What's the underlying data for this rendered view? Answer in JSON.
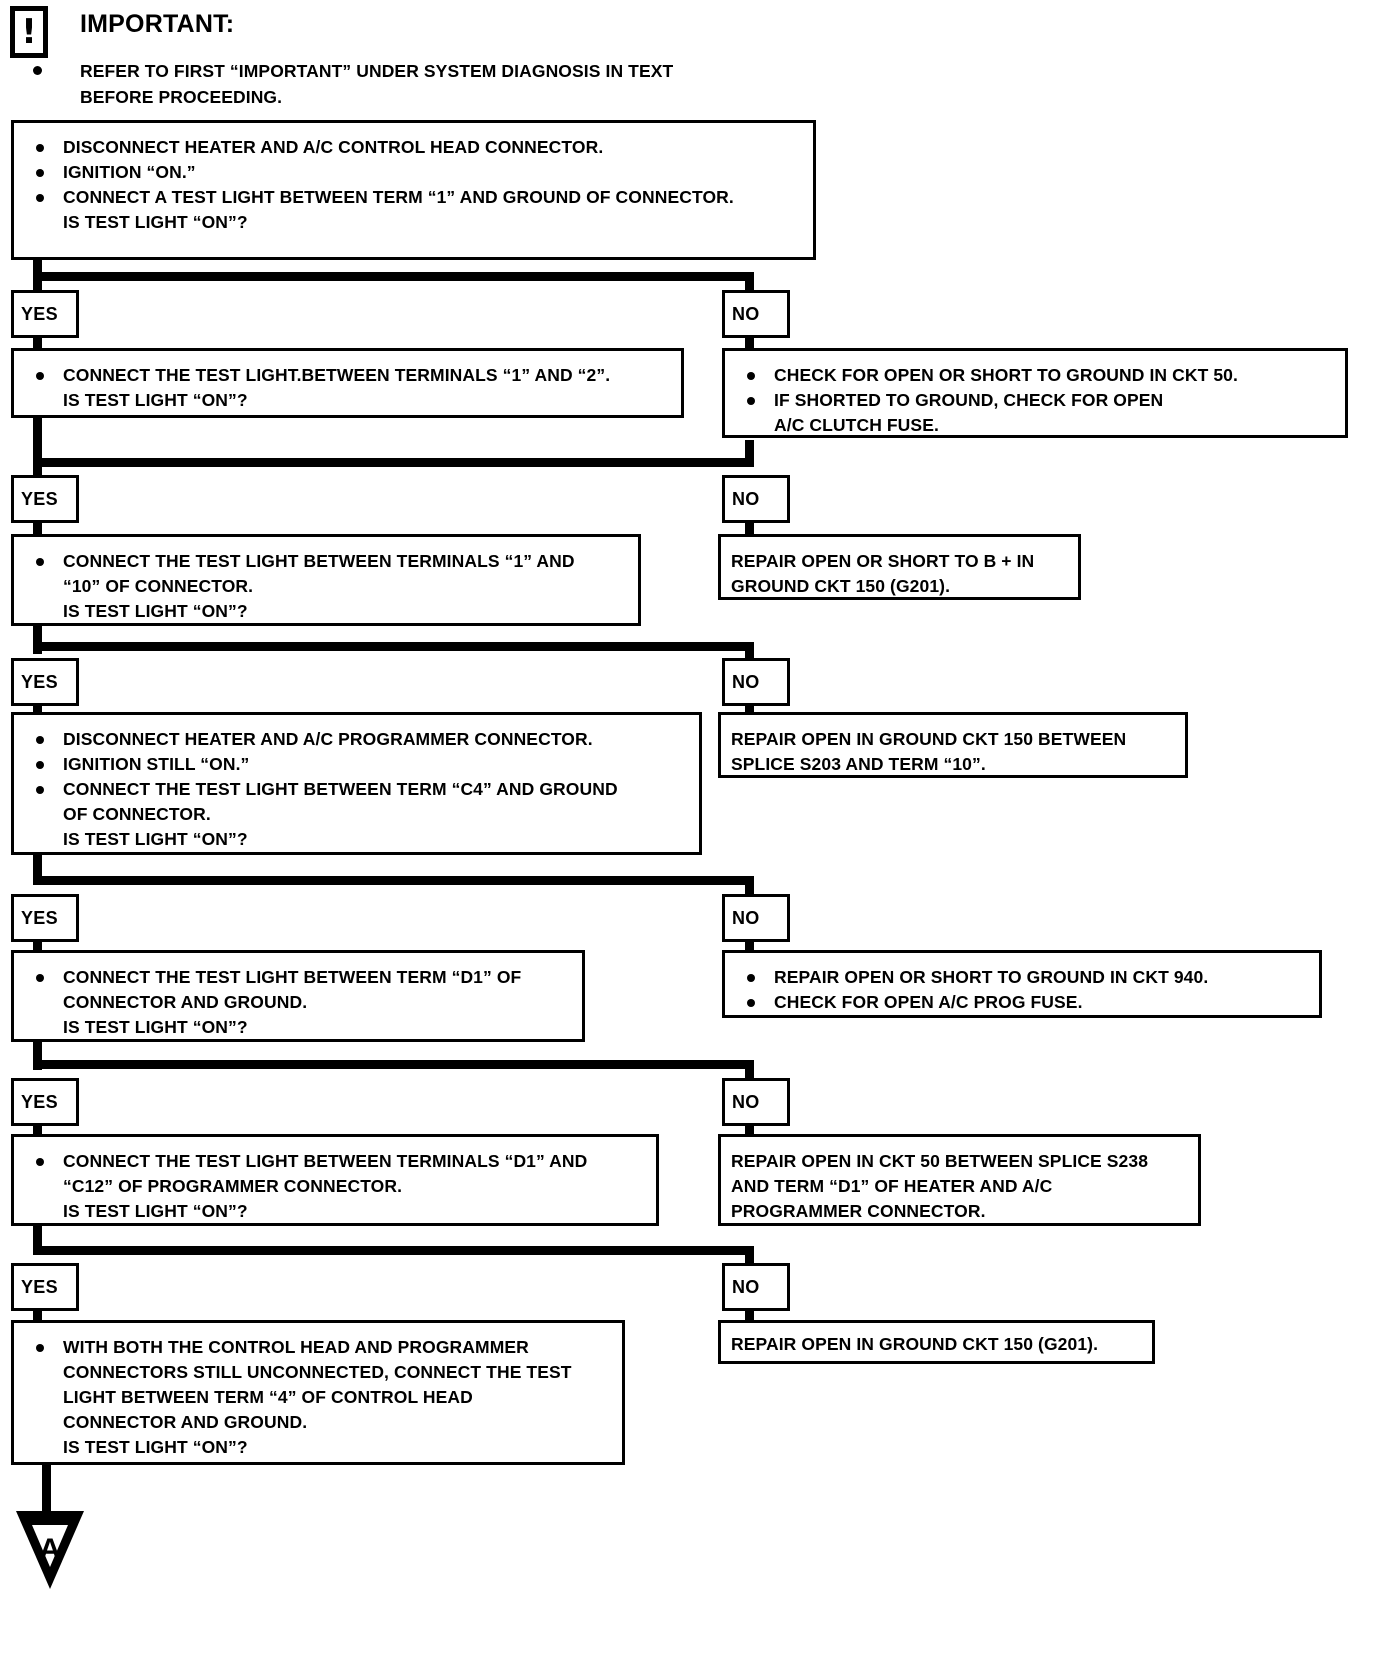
{
  "header": {
    "icon_name": "important-exclamation-icon",
    "icon_glyph": "!",
    "title": "IMPORTANT:",
    "note_lines": [
      "REFER TO FIRST “IMPORTANT” UNDER SYSTEM DIAGNOSIS IN TEXT",
      "BEFORE PROCEEDING."
    ]
  },
  "labels": {
    "yes": "YES",
    "no": "NO"
  },
  "steps": {
    "step1": {
      "lines": [
        {
          "text": "DISCONNECT HEATER AND A/C CONTROL HEAD CONNECTOR.",
          "bullet": true
        },
        {
          "text": "IGNITION “ON.”",
          "bullet": true
        },
        {
          "text": "CONNECT A TEST LIGHT BETWEEN TERM “1” AND GROUND OF CONNECTOR.",
          "bullet": true
        },
        {
          "text": "IS TEST LIGHT “ON”?",
          "bullet": false
        }
      ]
    },
    "step2": {
      "lines": [
        {
          "text": "CONNECT THE TEST LIGHT.BETWEEN TERMINALS “1” AND “2”.",
          "bullet": true
        },
        {
          "text": "IS TEST LIGHT “ON”?",
          "bullet": false
        }
      ]
    },
    "step3": {
      "lines": [
        {
          "text": "CONNECT THE TEST LIGHT BETWEEN TERMINALS “1” AND",
          "bullet": true
        },
        {
          "text": "“10” OF CONNECTOR.",
          "bullet": false
        },
        {
          "text": "IS TEST LIGHT “ON”?",
          "bullet": false
        }
      ]
    },
    "step4": {
      "lines": [
        {
          "text": "DISCONNECT HEATER AND A/C PROGRAMMER CONNECTOR.",
          "bullet": true
        },
        {
          "text": "IGNITION STILL “ON.”",
          "bullet": true
        },
        {
          "text": "CONNECT THE TEST LIGHT BETWEEN TERM “C4” AND GROUND",
          "bullet": true
        },
        {
          "text": "OF CONNECTOR.",
          "bullet": false
        },
        {
          "text": "IS TEST LIGHT “ON”?",
          "bullet": false
        }
      ]
    },
    "step5": {
      "lines": [
        {
          "text": "CONNECT THE TEST LIGHT BETWEEN TERM “D1” OF",
          "bullet": true
        },
        {
          "text": "CONNECTOR AND GROUND.",
          "bullet": false
        },
        {
          "text": "IS TEST LIGHT “ON”?",
          "bullet": false
        }
      ]
    },
    "step6": {
      "lines": [
        {
          "text": "CONNECT THE TEST LIGHT BETWEEN TERMINALS “D1” AND",
          "bullet": true
        },
        {
          "text": "“C12” OF PROGRAMMER CONNECTOR.",
          "bullet": false
        },
        {
          "text": "IS TEST LIGHT “ON”?",
          "bullet": false
        }
      ]
    },
    "step7": {
      "lines": [
        {
          "text": "WITH BOTH THE CONTROL HEAD AND PROGRAMMER",
          "bullet": true
        },
        {
          "text": "CONNECTORS STILL UNCONNECTED, CONNECT THE TEST",
          "bullet": false
        },
        {
          "text": "LIGHT BETWEEN TERM “4” OF CONTROL HEAD",
          "bullet": false
        },
        {
          "text": "CONNECTOR AND GROUND.",
          "bullet": false
        },
        {
          "text": "IS TEST LIGHT “ON”?",
          "bullet": false
        }
      ]
    }
  },
  "results": {
    "result1": {
      "lines": [
        {
          "text": "CHECK FOR OPEN OR SHORT TO GROUND IN CKT 50.",
          "bullet": true
        },
        {
          "text": "IF SHORTED TO GROUND, CHECK FOR OPEN",
          "bullet": true
        },
        {
          "text": "A/C CLUTCH FUSE.",
          "bullet": false
        }
      ]
    },
    "result2": {
      "lines": [
        {
          "text": "REPAIR OPEN OR SHORT TO B + IN",
          "bullet": false
        },
        {
          "text": "GROUND CKT 150 (G201).",
          "bullet": false
        }
      ]
    },
    "result3": {
      "lines": [
        {
          "text": "REPAIR OPEN IN GROUND CKT 150 BETWEEN",
          "bullet": false
        },
        {
          "text": "SPLICE S203 AND TERM “10”.",
          "bullet": false
        }
      ]
    },
    "result4": {
      "lines": [
        {
          "text": "REPAIR OPEN OR SHORT TO GROUND IN CKT 940.",
          "bullet": true
        },
        {
          "text": "CHECK FOR OPEN A/C PROG FUSE.",
          "bullet": true
        }
      ]
    },
    "result5": {
      "lines": [
        {
          "text": "REPAIR OPEN IN CKT 50 BETWEEN SPLICE S238",
          "bullet": false
        },
        {
          "text": "AND TERM “D1” OF HEATER AND A/C",
          "bullet": false
        },
        {
          "text": "PROGRAMMER CONNECTOR.",
          "bullet": false
        }
      ]
    },
    "result6": {
      "lines": [
        {
          "text": "REPAIR OPEN IN GROUND CKT 150 (G201).",
          "bullet": false
        }
      ]
    }
  },
  "connector": {
    "name": "off-page-connector-a",
    "label": "A"
  }
}
